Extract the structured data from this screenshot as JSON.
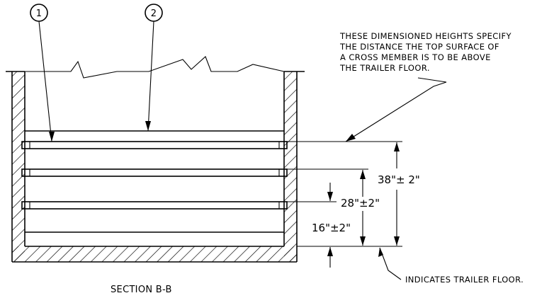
{
  "callouts": [
    "1",
    "2"
  ],
  "note": [
    "THESE DIMENSIONED HEIGHTS SPECIFY",
    "THE DISTANCE THE TOP SURFACE OF",
    "A CROSS MEMBER IS TO BE ABOVE",
    "THE TRAILER FLOOR."
  ],
  "dimensions": {
    "top": "38\"± 2\"",
    "middle": "28\"±2\"",
    "bottom": "16\"±2\""
  },
  "floor_label": "INDICATES TRAILER FLOOR.",
  "section_title": "SECTION B-B"
}
